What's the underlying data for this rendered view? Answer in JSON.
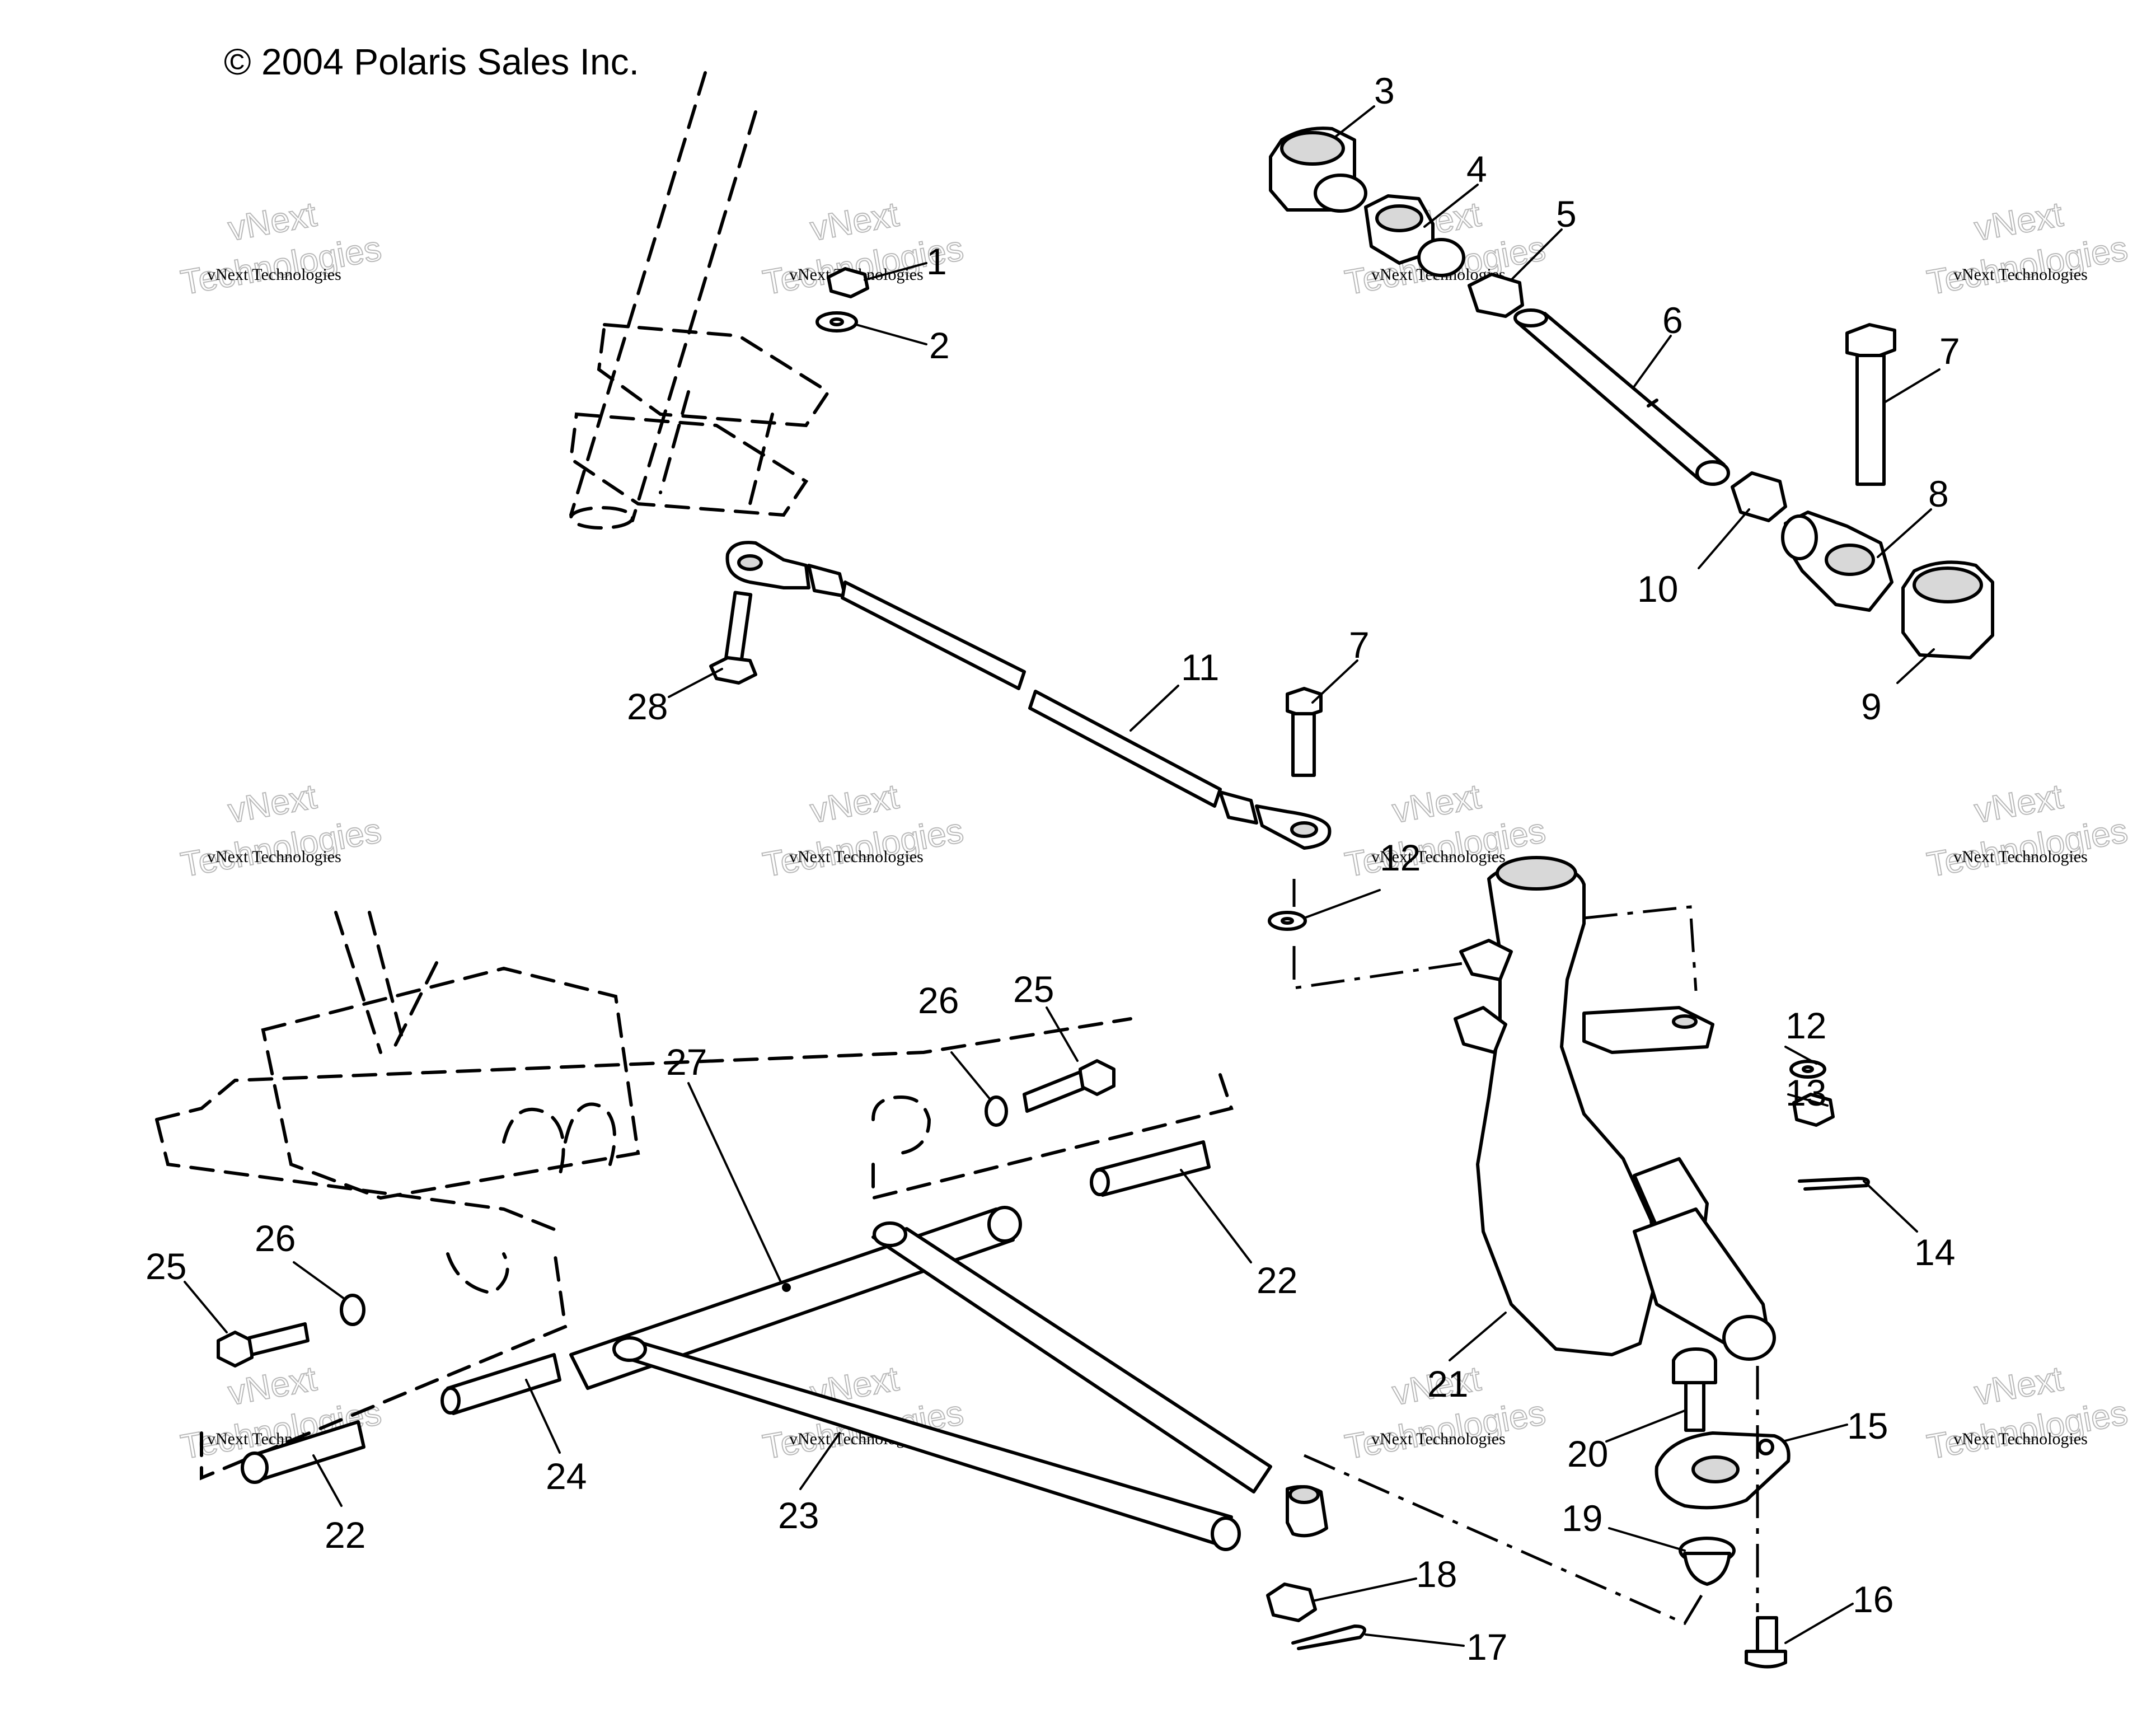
{
  "copyright": "© 2004 Polaris Sales Inc.",
  "watermark": {
    "line1": "vNext Technologies",
    "line2": "vNext",
    "line3": "Technologies"
  },
  "callouts": [
    "1",
    "2",
    "3",
    "4",
    "5",
    "6",
    "7",
    "8",
    "9",
    "10",
    "11",
    "12",
    "13",
    "14",
    "15",
    "16",
    "17",
    "18",
    "19",
    "20",
    "21",
    "22",
    "23",
    "24",
    "25",
    "26",
    "27",
    "28"
  ],
  "callouts_repeat": {
    "c7b": "7",
    "c12b": "12",
    "c22b": "22",
    "c25b": "25",
    "c26b": "26"
  }
}
